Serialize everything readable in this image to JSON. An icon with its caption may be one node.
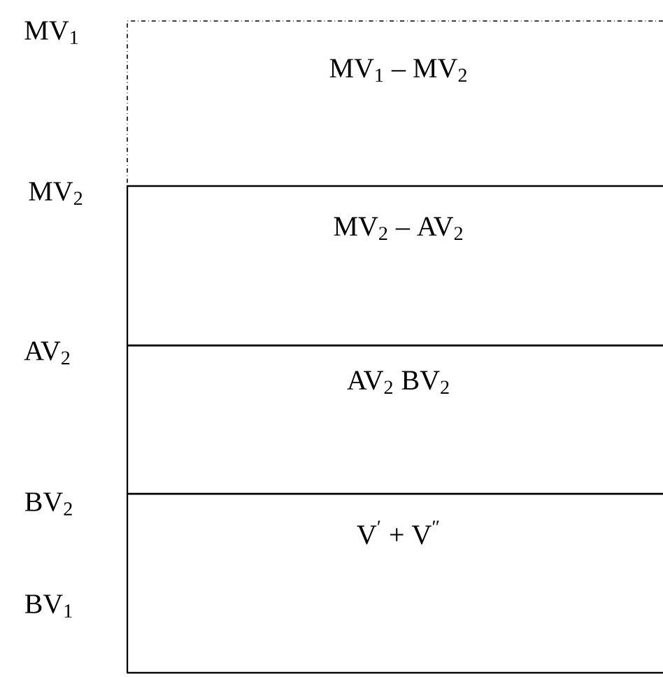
{
  "diagram": {
    "nodes": [
      {
        "text": [
          "MV$_{1}$ – MV$_{2}$"
        ]
      },
      {
        "text": [
          "MV$_{2}$ – AV$_{2}$"
        ]
      },
      {
        "text": [
          "AV$_{2}$ BV$_{2}$"
        ]
      },
      {
        "text": [
          "V$^{′}$ + V$^{″}$"
        ]
      }
    ],
    "labels": [
      "MV$_{1}$",
      "MV$_{2}$",
      "AV$_{2}$",
      "BV$_{2}$",
      "BV$_{1}$"
    ]
  }
}
